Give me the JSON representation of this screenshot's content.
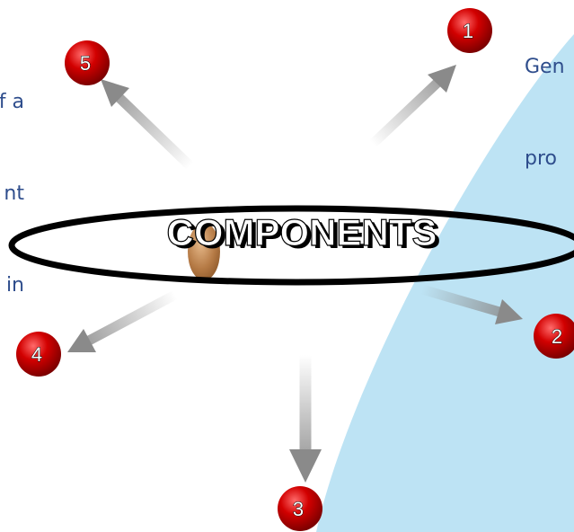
{
  "title": "COMPONENTS",
  "left_fragment_lines": [
    "f a",
    "nt",
    "in"
  ],
  "right_fragment_lines": [
    "Gen",
    "pro"
  ],
  "badges": [
    "1",
    "2",
    "3",
    "4",
    "5"
  ],
  "colors": {
    "text_fragment": "#2e4d8c",
    "panel_fill": "#bde3f4",
    "badge_red": "#c40000",
    "arrow_gray": "#8a8a8a"
  }
}
